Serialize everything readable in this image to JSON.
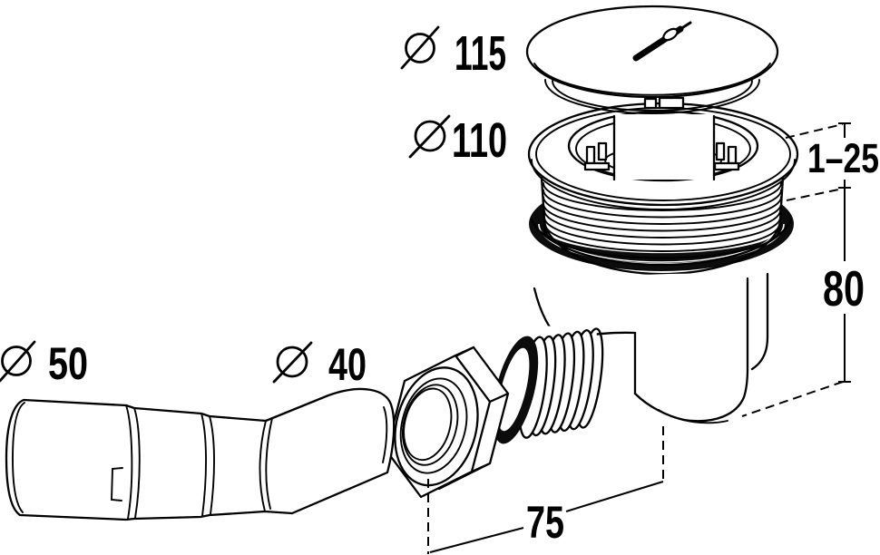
{
  "drawing": {
    "background": "#ffffff",
    "line_color": "#000000",
    "seal_color": "#0c0c0c",
    "dimensions": {
      "cap_diameter": {
        "symbol": "diameter",
        "value": "115"
      },
      "flange_diameter": {
        "symbol": "diameter",
        "value": "110"
      },
      "mounting_range": {
        "symbol": "none",
        "value": "1–25"
      },
      "body_height": {
        "symbol": "none",
        "value": "80"
      },
      "inlet_diameter": {
        "symbol": "diameter",
        "value": "50"
      },
      "elbow_diameter": {
        "symbol": "diameter",
        "value": "40"
      },
      "outlet_offset": {
        "symbol": "none",
        "value": "75"
      }
    }
  }
}
